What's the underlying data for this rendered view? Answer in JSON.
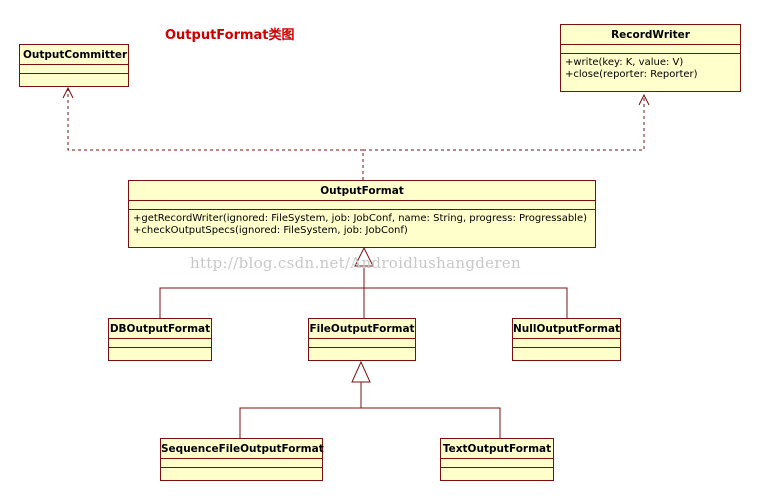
{
  "diagram_title": "OutputFormat类图",
  "watermark": "http://blog.csdn.net/Androidlushangderen",
  "classes": {
    "output_committer": {
      "name": "OutputCommitter",
      "operations": []
    },
    "record_writer": {
      "name": "RecordWriter",
      "operations": [
        "+write(key: K, value: V)",
        "+close(reporter: Reporter)"
      ]
    },
    "output_format": {
      "name": "OutputFormat",
      "operations": [
        "+getRecordWriter(ignored: FileSystem, job: JobConf, name: String, progress: Progressable)",
        "+checkOutputSpecs(ignored: FileSystem, job: JobConf)"
      ]
    },
    "db_output_format": {
      "name": "DBOutputFormat",
      "operations": []
    },
    "file_output_format": {
      "name": "FileOutputFormat",
      "operations": []
    },
    "null_output_format": {
      "name": "NullOutputFormat",
      "operations": []
    },
    "sequence_file_output_format": {
      "name": "SequenceFileOutputFormat",
      "operations": []
    },
    "text_output_format": {
      "name": "TextOutputFormat",
      "operations": []
    }
  },
  "relationships": [
    {
      "type": "dependency",
      "from": "OutputFormat",
      "to": "OutputCommitter"
    },
    {
      "type": "dependency",
      "from": "OutputFormat",
      "to": "RecordWriter"
    },
    {
      "type": "generalization",
      "from": "DBOutputFormat",
      "to": "OutputFormat"
    },
    {
      "type": "generalization",
      "from": "FileOutputFormat",
      "to": "OutputFormat"
    },
    {
      "type": "generalization",
      "from": "NullOutputFormat",
      "to": "OutputFormat"
    },
    {
      "type": "generalization",
      "from": "SequenceFileOutputFormat",
      "to": "FileOutputFormat"
    },
    {
      "type": "generalization",
      "from": "TextOutputFormat",
      "to": "FileOutputFormat"
    }
  ],
  "colors": {
    "class_fill": "#ffffcc",
    "class_border": "#7a1010",
    "title": "#cc0000",
    "watermark": "#c8c8c8"
  }
}
